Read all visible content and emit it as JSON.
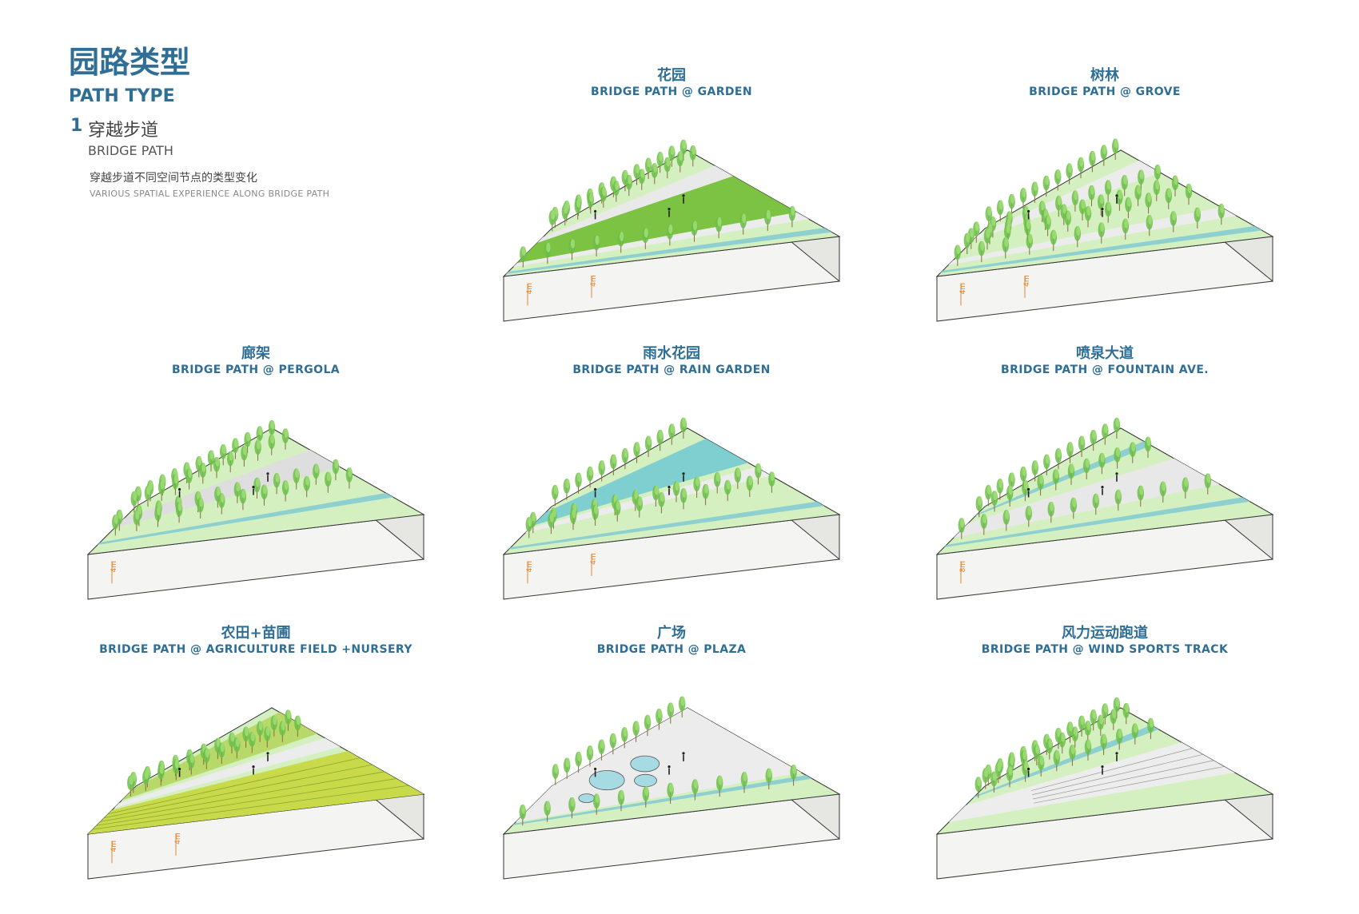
{
  "header": {
    "title_cn": "园路类型",
    "title_en": "PATH TYPE",
    "sub_num": "1",
    "sub_cn": "穿越步道",
    "sub_en": "BRIDGE PATH",
    "desc_cn": "穿越步道不同空间节点的类型变化",
    "desc_en": "VARIOUS SPATIAL EXPERIENCE ALONG BRIDGE PATH"
  },
  "colors": {
    "accent": "#2f6e95",
    "grass": "#d4f0c0",
    "meadow": "#7cc243",
    "water": "#8ecfcf",
    "tree": "#6cc04a",
    "side": "#f4f4f2",
    "dim": "#e8812a"
  },
  "panels": [
    {
      "cn": "花园",
      "en": "BRIDGE PATH @ GARDEN",
      "theme": "garden",
      "dims": [
        "4m",
        "4m"
      ]
    },
    {
      "cn": "树林",
      "en": "BRIDGE PATH @ GROVE",
      "theme": "grove",
      "dims": [
        "4m",
        "4m"
      ]
    },
    {
      "cn": "廊架",
      "en": "BRIDGE PATH @ PERGOLA",
      "theme": "pergola",
      "dims": [
        "4m"
      ]
    },
    {
      "cn": "雨水花园",
      "en": "BRIDGE PATH @ RAIN GARDEN",
      "theme": "rain",
      "dims": [
        "4m",
        "4m"
      ]
    },
    {
      "cn": "喷泉大道",
      "en": "BRIDGE PATH @ FOUNTAIN AVE.",
      "theme": "fountain",
      "dims": [
        "8m"
      ]
    },
    {
      "cn": "农田+苗圃",
      "en": "BRIDGE PATH @ AGRICULTURE FIELD +NURSERY",
      "theme": "agri",
      "dims": [
        "4m",
        "4m"
      ]
    },
    {
      "cn": "广场",
      "en": "BRIDGE PATH @ PLAZA",
      "theme": "plaza",
      "dims": []
    },
    {
      "cn": "风力运动跑道",
      "en": "BRIDGE PATH @ WIND SPORTS TRACK",
      "theme": "track",
      "dims": []
    }
  ]
}
